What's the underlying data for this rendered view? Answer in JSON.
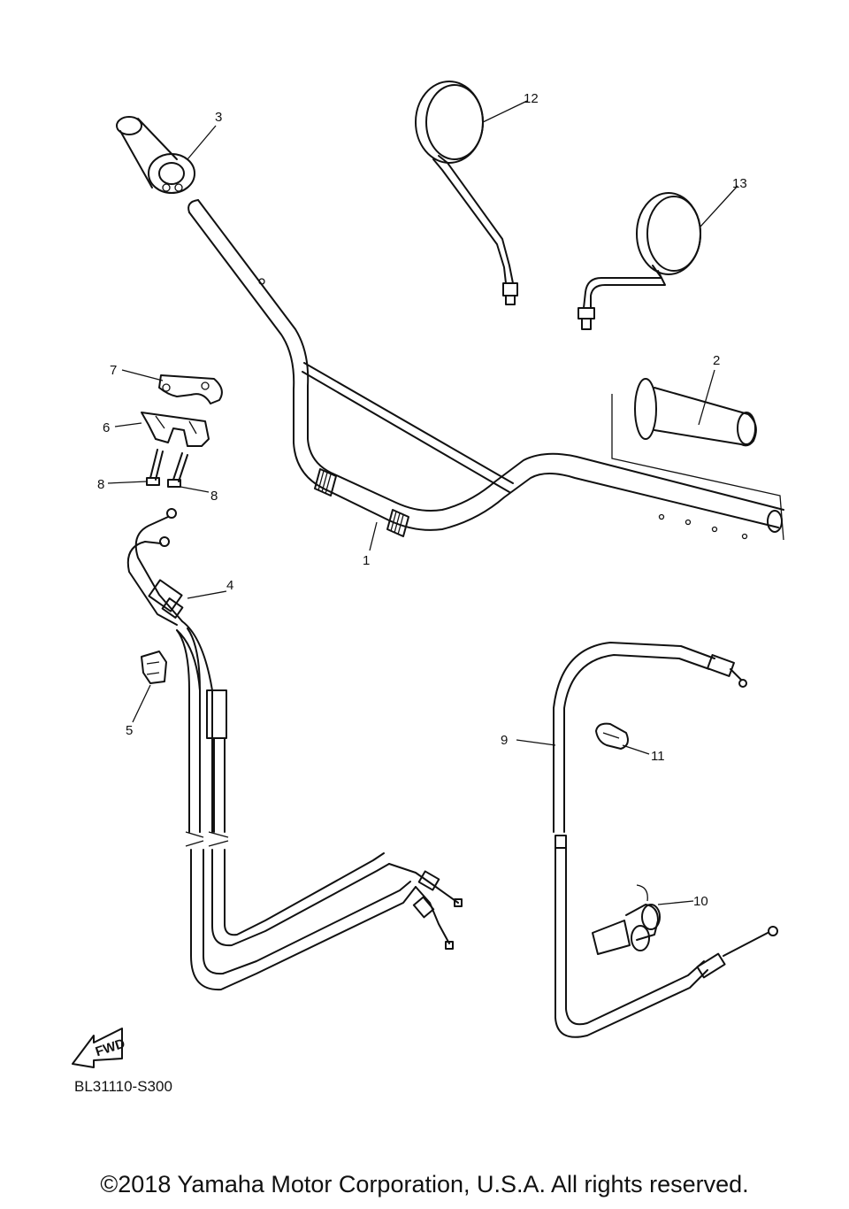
{
  "callouts": {
    "c1": "1",
    "c2": "2",
    "c3": "3",
    "c4": "4",
    "c5": "5",
    "c6": "6",
    "c7": "7",
    "c8a": "8",
    "c8b": "8",
    "c9": "9",
    "c10": "10",
    "c11": "11",
    "c12": "12",
    "c13": "13"
  },
  "fwd_label": "FWD",
  "diagram_code": "BL31110-S300",
  "copyright": "©2018 Yamaha Motor Corporation, U.S.A. All rights reserved."
}
